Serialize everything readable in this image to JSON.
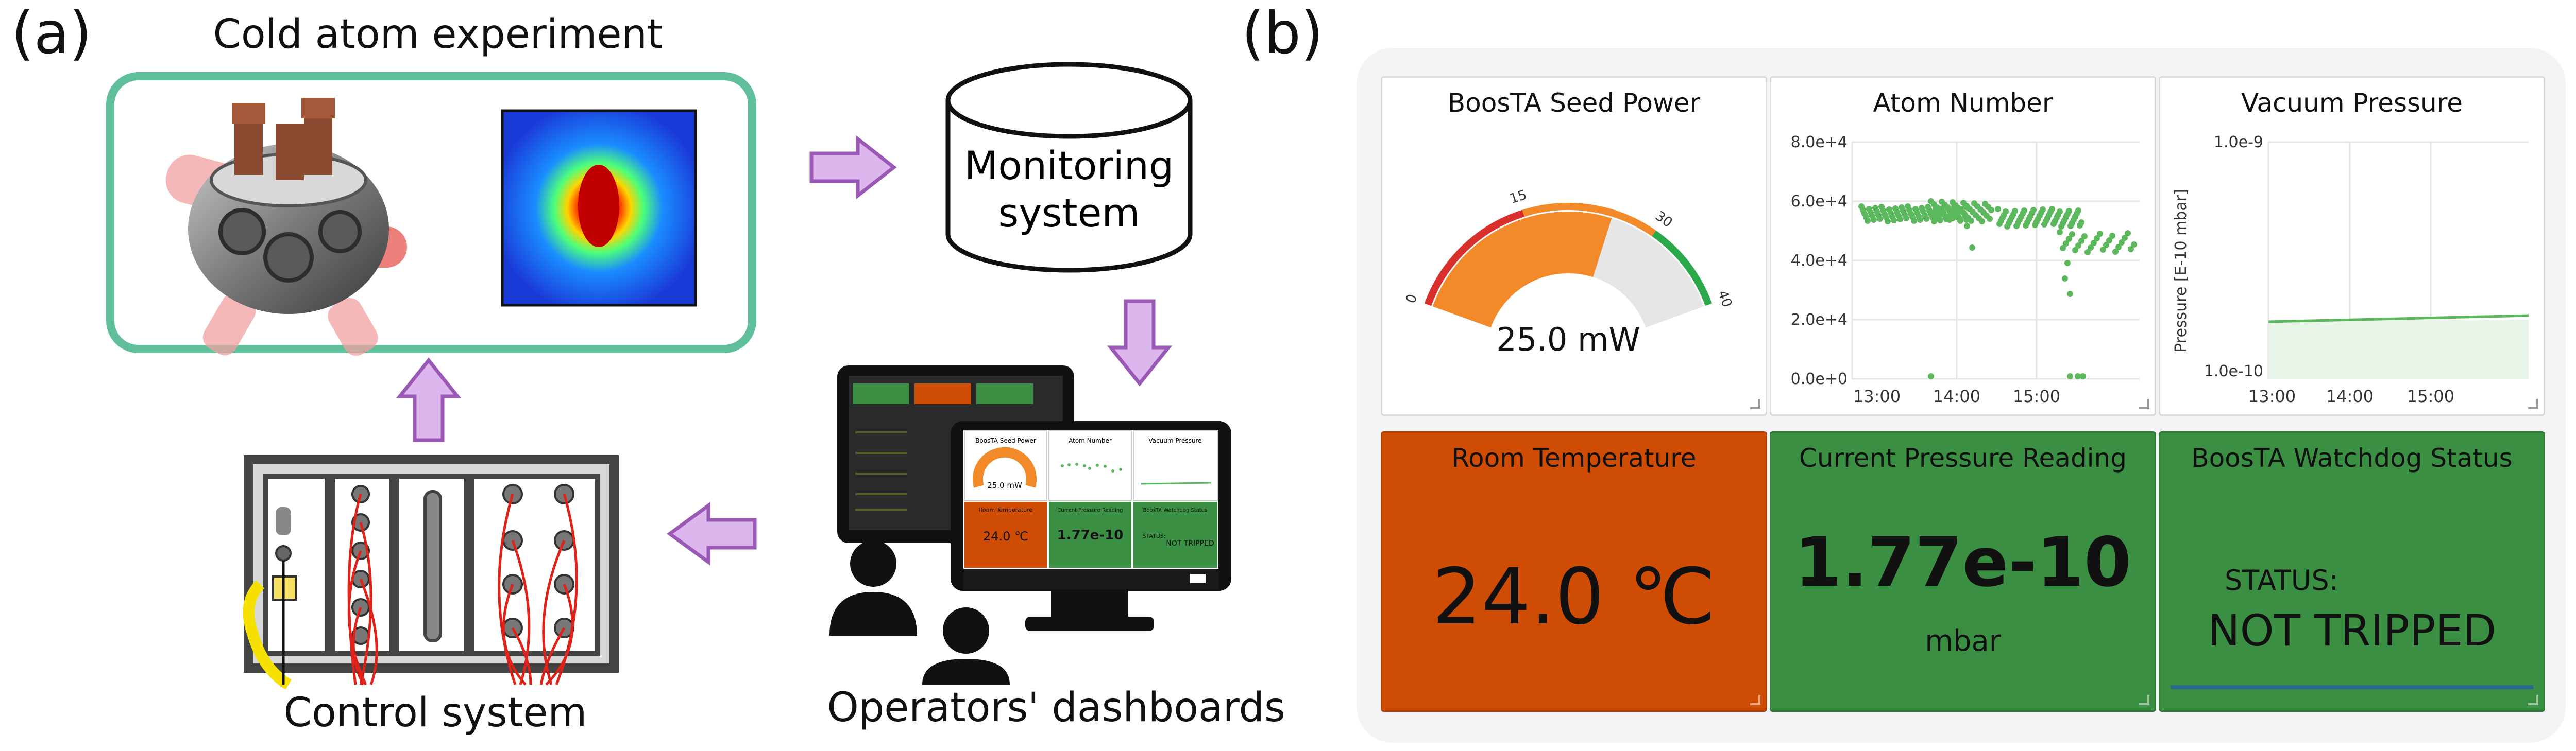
{
  "panel_a": {
    "label": "(a)",
    "experiment_caption": "Cold atom experiment",
    "monitoring_label_line1": "Monitoring",
    "monitoring_label_line2": "system",
    "control_caption": "Control system",
    "operators_caption": "Operators' dashboards",
    "mini_dashboard": {
      "seed_power": "BoosTA Seed Power",
      "atom_number": "Atom Number",
      "vacuum": "Vacuum Pressure",
      "gauge_value": "25.0 mW",
      "room_temp": "Room Temperature",
      "room_temp_value": "24.0 ℃",
      "pressure_reading": "Current Pressure Reading",
      "pressure_value": "1.77e-10",
      "watchdog": "BoosTA Watchdog Status",
      "status_label": "STATUS:",
      "status_value": "NOT TRIPPED"
    }
  },
  "panel_b": {
    "label": "(b)",
    "seed_power": {
      "title": "BoosTA Seed Power",
      "value_text": "25.0 mW",
      "value": 25.0,
      "min": 0,
      "max": 40,
      "ticks": [
        "0",
        "15",
        "30",
        "40"
      ],
      "colors": {
        "fill": "#f28a2a",
        "low": "#d9302c",
        "mid": "#f28a2a",
        "high": "#2ba84a",
        "track": "#e6e6e6"
      }
    },
    "atom_number": {
      "title": "Atom Number",
      "y_ticks": [
        "8.0e+4",
        "6.0e+4",
        "4.0e+4",
        "2.0e+4",
        "0.0e+0"
      ],
      "x_ticks": [
        "13:00",
        "14:00",
        "15:00"
      ]
    },
    "vacuum_pressure": {
      "title": "Vacuum Pressure",
      "y_label": "Pressure [E-10 mbar]",
      "y_ticks": [
        "1.0e-9",
        "1.0e-10"
      ],
      "x_ticks": [
        "13:00",
        "14:00",
        "15:00"
      ]
    },
    "room_temperature": {
      "title": "Room Temperature",
      "value": "24.0 ℃",
      "color": "#cf4c05"
    },
    "current_pressure": {
      "title": "Current Pressure Reading",
      "value": "1.77e-10",
      "unit": "mbar",
      "color": "#3a8f42"
    },
    "watchdog": {
      "title": "BoosTA Watchdog Status",
      "status_label": "STATUS:",
      "status_value": "NOT TRIPPED",
      "color": "#3a8f42"
    }
  }
}
